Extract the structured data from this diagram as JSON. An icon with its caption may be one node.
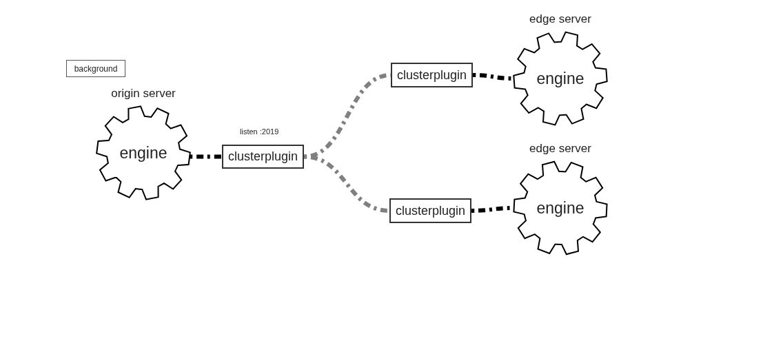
{
  "diagram": {
    "nodes": [
      {
        "text": [
          "background"
        ]
      },
      {
        "text": [
          "origin server",
          "engine"
        ]
      },
      {
        "text": [
          "clusterplugin"
        ],
        "beside": [
          "listen :2019"
        ]
      },
      {
        "text": [
          "clusterplugin"
        ]
      },
      {
        "text": [
          "edge server",
          "engine"
        ]
      },
      {
        "text": [
          "clusterplugin"
        ]
      },
      {
        "text": [
          "edge server",
          "engine"
        ]
      }
    ],
    "edges": [
      {
        "from": 1,
        "to": 2,
        "arrow": "none",
        "style": "dashed"
      },
      {
        "from": 2,
        "to": 3,
        "arrow": "none",
        "style": "dashed",
        "color": "#808080"
      },
      {
        "from": 2,
        "to": 5,
        "arrow": "none",
        "style": "dashed",
        "color": "#808080"
      },
      {
        "from": 3,
        "to": 4,
        "arrow": "none",
        "style": "dashed"
      },
      {
        "from": 5,
        "to": 6,
        "arrow": "none",
        "style": "dashed"
      }
    ]
  }
}
